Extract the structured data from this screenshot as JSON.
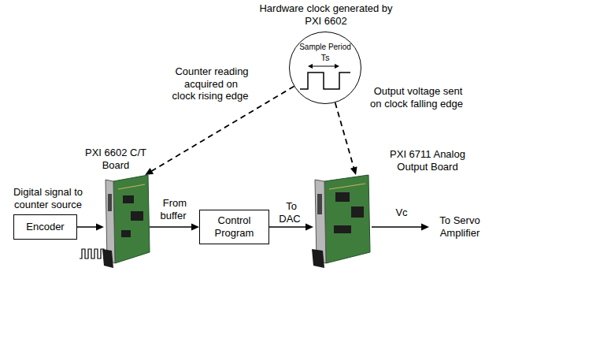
{
  "diagram": {
    "nodes": [
      {
        "text": [
          "Hardware clock generated by PXI 6602",
          "Sample Period",
          "Ts"
        ]
      },
      {
        "text": [
          "Encoder"
        ]
      },
      {
        "text": [
          "PXI 6602 C/T Board"
        ]
      },
      {
        "text": [
          "Control Program"
        ]
      },
      {
        "text": [
          "PXI 6711 Analog Output Board"
        ]
      }
    ],
    "edges": [
      {
        "from": 0,
        "to": 2,
        "arrow": "to",
        "label": "Counter reading acquired on clock rising edge"
      },
      {
        "from": 0,
        "to": 4,
        "arrow": "to",
        "label": "Output voltage sent on clock falling edge"
      },
      {
        "from": 1,
        "to": 2,
        "arrow": "to"
      },
      {
        "from": 2,
        "to": 3,
        "arrow": "to",
        "label": "From buffer"
      },
      {
        "from": 3,
        "to": 4,
        "arrow": "to",
        "label": "To DAC"
      }
    ],
    "labels": [
      "Digital signal to counter source",
      "Vc",
      "To Servo Amplifier"
    ]
  }
}
